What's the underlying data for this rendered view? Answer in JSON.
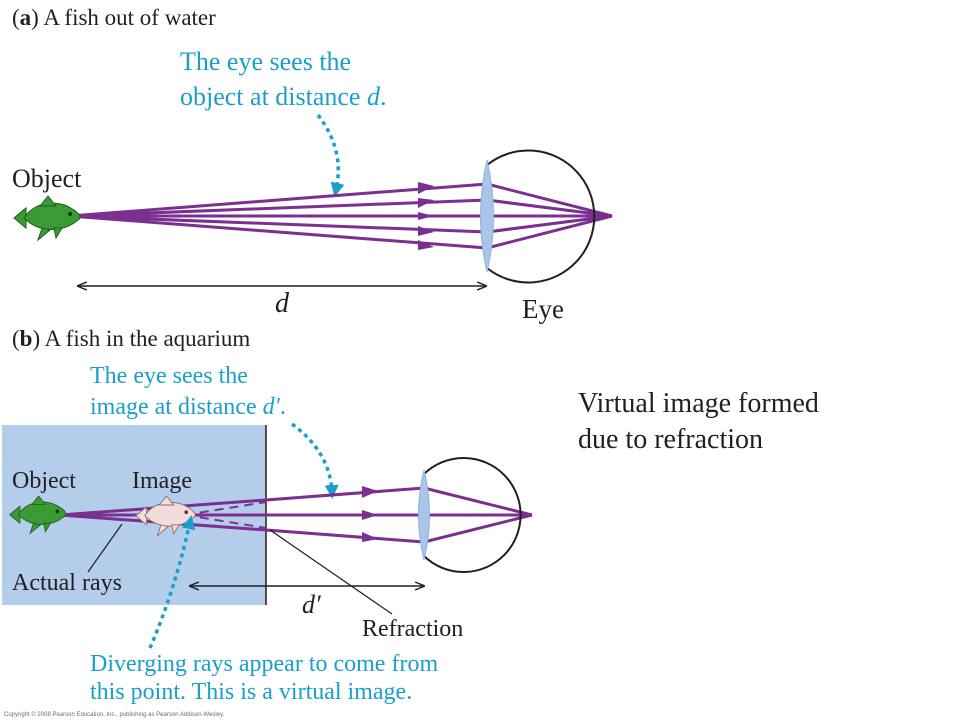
{
  "panel_a": {
    "letter": "a",
    "title": "A fish out of water",
    "caption_line1": "The eye sees the",
    "caption_line2_pre": "object at distance ",
    "caption_line2_var": "d",
    "caption_line2_post": ".",
    "object_label": "Object",
    "distance_label": "d",
    "eye_label": "Eye"
  },
  "panel_b": {
    "letter": "b",
    "title": "A fish in the aquarium",
    "caption_line1": "The eye sees the",
    "caption_line2_pre": "image at distance ",
    "caption_line2_var": "d′",
    "caption_line2_post": ".",
    "object_label": "Object",
    "image_label": "Image",
    "actual_rays_label": "Actual rays",
    "distance_label": "d′",
    "refraction_label": "Refraction",
    "diverging_line1": "Diverging rays appear to come from",
    "diverging_line2": "this point. This is a virtual image."
  },
  "note": {
    "line1": "Virtual image formed",
    "line2": "due to refraction"
  },
  "copyright": "Copyright © 2008 Pearson Education, Inc., publishing as Pearson Addison-Wesley.",
  "colors": {
    "ray": "#7b2f8e",
    "caption": "#1a9fc9",
    "water": "#b3cdeb",
    "fish_object": "#3a9a34",
    "fish_image": "#f2dcd9",
    "lens": "#a9c6ea"
  },
  "icons": [
    "fish-object-icon",
    "fish-image-icon",
    "eye-icon",
    "lens-icon"
  ]
}
